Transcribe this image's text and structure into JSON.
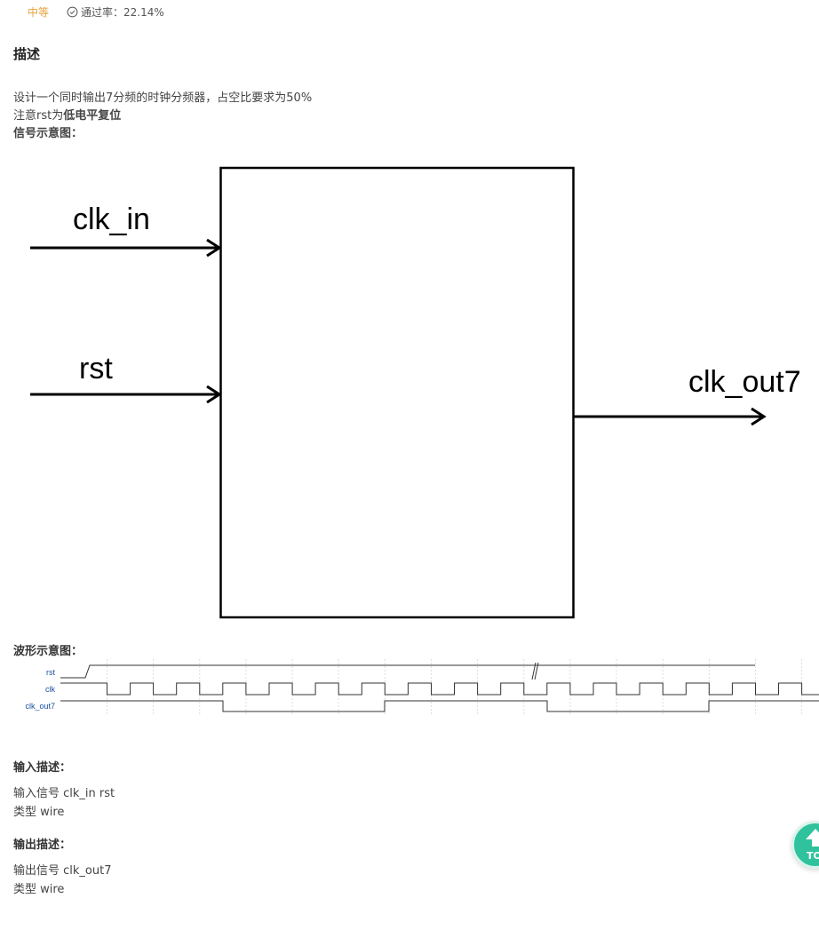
{
  "header": {
    "difficulty": "中等",
    "pass_rate": "通过率：22.14%"
  },
  "section_title": "描述",
  "description": {
    "line1": "设计一个同时输出7分频的时钟分频器，占空比要求为50%",
    "line2_prefix": "注意rst为",
    "line2_bold": "低电平复位",
    "line3": "信号示意图："
  },
  "diagram": {
    "input1": "clk_in",
    "input2": "rst",
    "output": "clk_out7"
  },
  "waveform": {
    "title": "波形示意图：",
    "signals": [
      "rst",
      "clk",
      "clk_out7"
    ],
    "label_color": "#1a4fa0"
  },
  "input_desc": {
    "title": "输入描述：",
    "line1": "输入信号 clk_in rst",
    "line2": "类型 wire"
  },
  "output_desc": {
    "title": "输出描述：",
    "line1": "输出信号  clk_out7",
    "line2": "类型  wire"
  },
  "top_button": {
    "label": "TO",
    "color": "#2fc29c"
  }
}
